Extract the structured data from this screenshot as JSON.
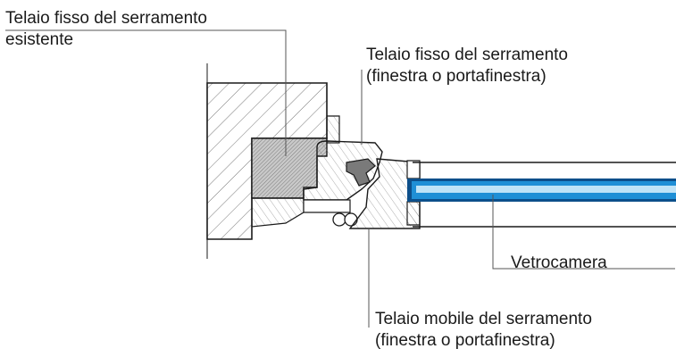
{
  "labels": {
    "existing_frame": {
      "line1": "Telaio fisso del serramento",
      "line2": "esistente"
    },
    "new_fixed_frame": {
      "line1": "Telaio fisso del serramento",
      "line2": "(finestra o portafinestra)"
    },
    "glazing": {
      "line1": "Vetrocamera"
    },
    "mobile_frame": {
      "line1": "Telaio mobile del serramento",
      "line2": "(finestra o portafinestra)"
    }
  },
  "colors": {
    "ink": "#1a1a1a",
    "glass_blue": "#1f8fd6",
    "glass_light": "#bfe3f7",
    "glass_dark": "#0d4f8a",
    "insulation_gray": "#b5b5b5"
  }
}
